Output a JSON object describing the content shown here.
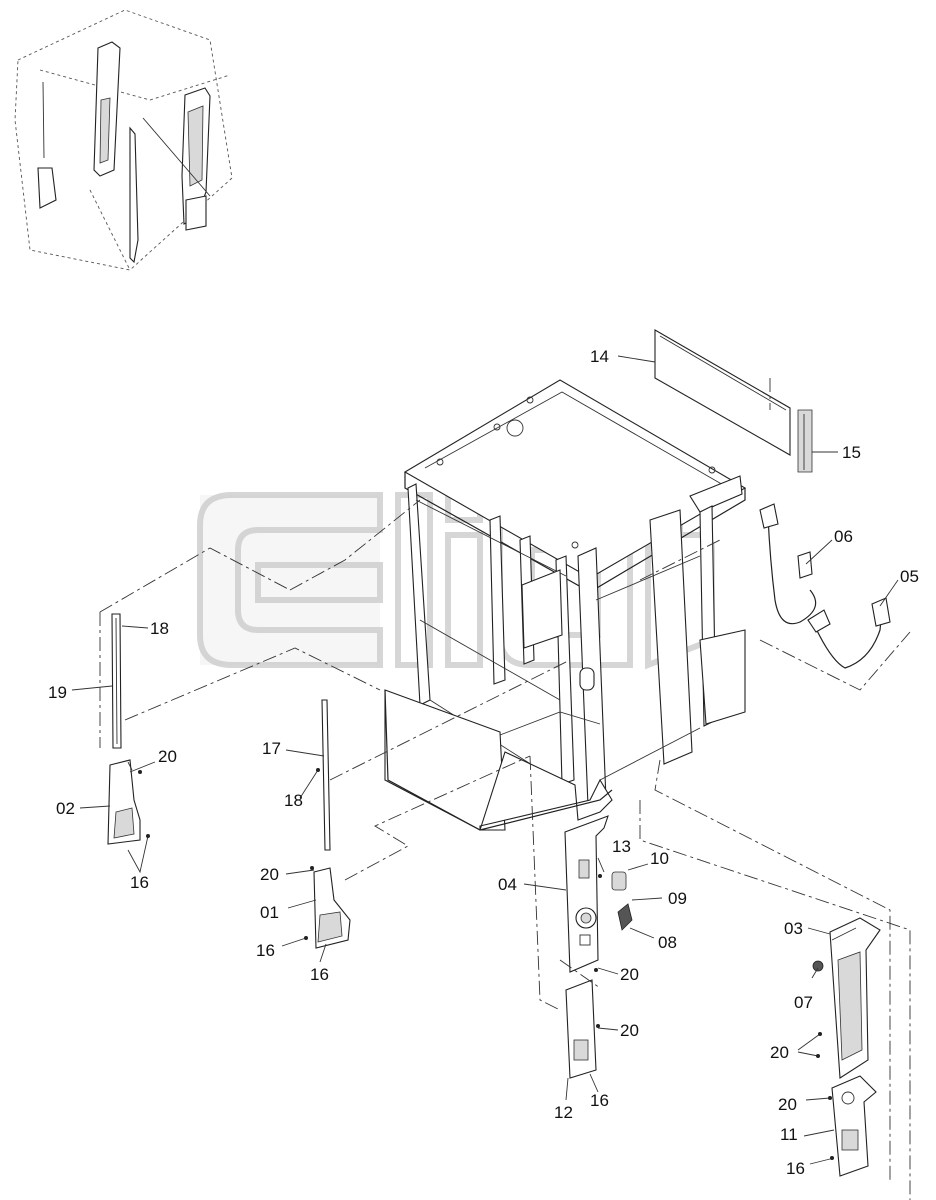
{
  "diagram": {
    "labels": [
      {
        "id": "l14",
        "text": "14"
      },
      {
        "id": "l15",
        "text": "15"
      },
      {
        "id": "l06",
        "text": "06"
      },
      {
        "id": "l05",
        "text": "05"
      },
      {
        "id": "l18a",
        "text": "18"
      },
      {
        "id": "l19",
        "text": "19"
      },
      {
        "id": "l20a",
        "text": "20"
      },
      {
        "id": "l02",
        "text": "02"
      },
      {
        "id": "l16a",
        "text": "16"
      },
      {
        "id": "l17",
        "text": "17"
      },
      {
        "id": "l18b",
        "text": "18"
      },
      {
        "id": "l20b",
        "text": "20"
      },
      {
        "id": "l01",
        "text": "01"
      },
      {
        "id": "l16b",
        "text": "16"
      },
      {
        "id": "l16c",
        "text": "16"
      },
      {
        "id": "l13",
        "text": "13"
      },
      {
        "id": "l10",
        "text": "10"
      },
      {
        "id": "l04",
        "text": "04"
      },
      {
        "id": "l09",
        "text": "09"
      },
      {
        "id": "l08",
        "text": "08"
      },
      {
        "id": "l20c",
        "text": "20"
      },
      {
        "id": "l20d",
        "text": "20"
      },
      {
        "id": "l12",
        "text": "12"
      },
      {
        "id": "l16d",
        "text": "16"
      },
      {
        "id": "l03",
        "text": "03"
      },
      {
        "id": "l07",
        "text": "07"
      },
      {
        "id": "l20e",
        "text": "20"
      },
      {
        "id": "l20f",
        "text": "20"
      },
      {
        "id": "l11",
        "text": "11"
      },
      {
        "id": "l16e",
        "text": "16"
      }
    ]
  }
}
